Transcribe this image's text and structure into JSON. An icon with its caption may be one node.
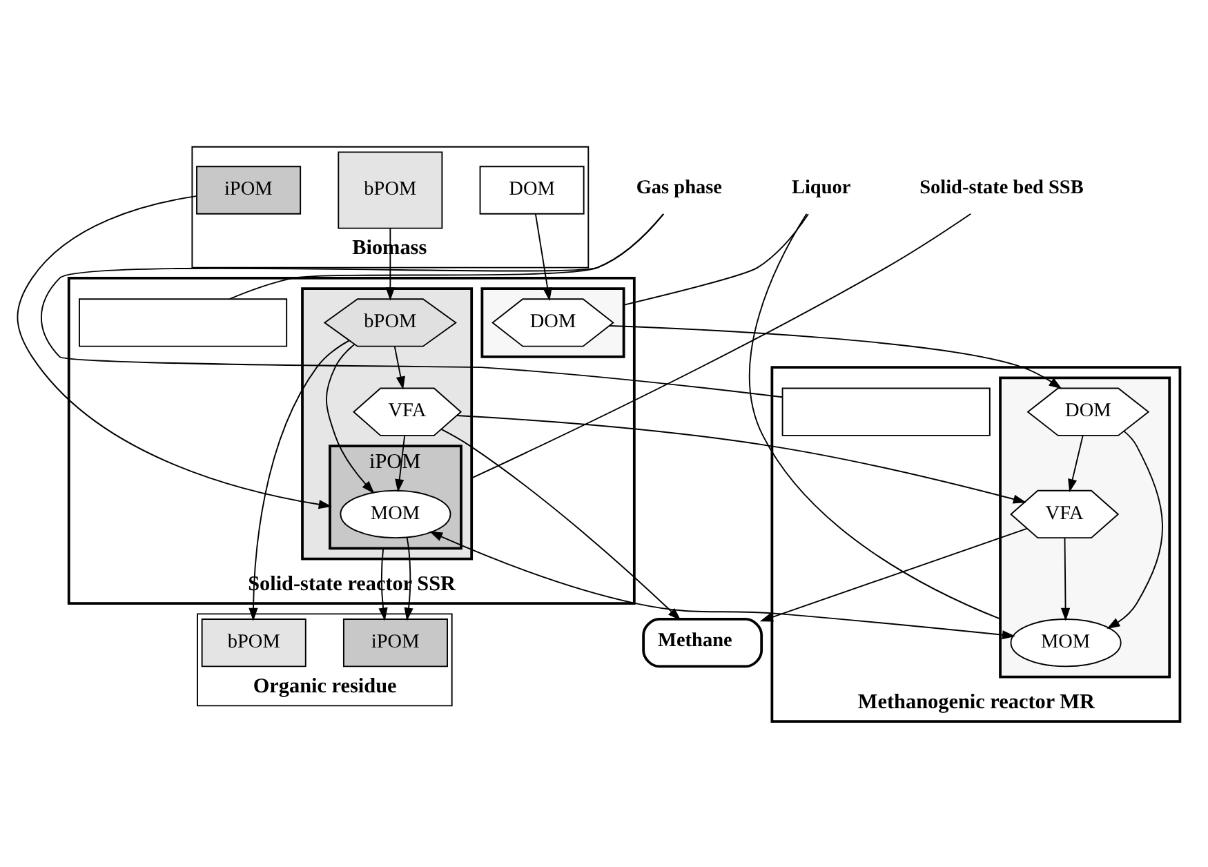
{
  "diagram": {
    "nodes": [
      {
        "text": [
          "Methanogenic reactor MR"
        ]
      },
      {
        "text": [],
        "shape": "box",
        "in": 0
      },
      {
        "text": [],
        "shape": "box",
        "in": 0
      },
      {
        "text": [
          "MOM"
        ],
        "in": 2
      },
      {
        "text": [
          "VFA"
        ],
        "in": 2
      },
      {
        "text": [
          "DOM"
        ],
        "in": 2
      },
      {
        "text": [
          "Methane"
        ]
      },
      {
        "text": [
          "Solid-state reactor SSR"
        ]
      },
      {
        "text": [],
        "shape": "box",
        "in": 7
      },
      {
        "text": [],
        "shape": "box",
        "in": 7
      },
      {
        "text": [
          "iPOM"
        ],
        "in": 9
      },
      {
        "text": [
          "MOM"
        ],
        "in": 10
      },
      {
        "text": [
          "VFA"
        ],
        "in": 9
      },
      {
        "text": [
          "bPOM"
        ],
        "in": 9
      },
      {
        "text": [],
        "shape": "box",
        "in": 7
      },
      {
        "text": [
          "DOM"
        ],
        "in": 14
      },
      {
        "text": [
          "Organic residue"
        ]
      },
      {
        "text": [
          "iPOM"
        ],
        "in": 16
      },
      {
        "text": [
          "bPOM"
        ],
        "in": 16
      },
      {
        "text": [
          "Biomass"
        ]
      },
      {
        "text": [
          "iPOM"
        ],
        "in": 19
      },
      {
        "text": [
          "bPOM"
        ],
        "in": 19
      },
      {
        "text": [
          "DOM"
        ],
        "in": 19
      },
      {
        "text": [
          "Gas phase"
        ]
      },
      {
        "text": [
          "Solid-state bed SSB"
        ]
      },
      {
        "text": [
          "Liquor"
        ]
      }
    ],
    "edges": [
      {
        "from": 4,
        "to": 6,
        "arrow": "to"
      },
      {
        "from": 12,
        "to": 6,
        "arrow": "to"
      },
      {
        "from": 11,
        "to": 3,
        "arrow": "both"
      },
      {
        "from": 12,
        "to": 4,
        "arrow": "to"
      },
      {
        "from": 4,
        "to": 3,
        "arrow": "to"
      },
      {
        "from": 5,
        "to": 4,
        "arrow": "to"
      },
      {
        "from": 5,
        "to": 3,
        "arrow": "to"
      },
      {
        "from": 15,
        "to": 5,
        "arrow": "to"
      },
      {
        "from": 13,
        "to": 12,
        "arrow": "to"
      },
      {
        "from": 13,
        "to": 11,
        "arrow": "to"
      },
      {
        "from": 12,
        "to": 11,
        "arrow": "to"
      },
      {
        "from": 13,
        "to": 18,
        "arrow": "to"
      },
      {
        "from": 20,
        "to": 10,
        "arrow": "to"
      },
      {
        "from": 21,
        "to": 13,
        "arrow": "to"
      },
      {
        "from": 22,
        "to": 15,
        "arrow": "to"
      },
      {
        "from": 10,
        "to": 17,
        "arrow": "to"
      },
      {
        "from": 11,
        "to": 17,
        "arrow": "to"
      },
      {
        "from": 23,
        "to": 1,
        "arrow": "none"
      },
      {
        "from": 23,
        "to": 8,
        "arrow": "none"
      },
      {
        "from": 24,
        "to": 9,
        "arrow": "none"
      },
      {
        "from": 25,
        "to": 2,
        "arrow": "none"
      },
      {
        "from": 25,
        "to": 14,
        "arrow": "none"
      }
    ]
  }
}
